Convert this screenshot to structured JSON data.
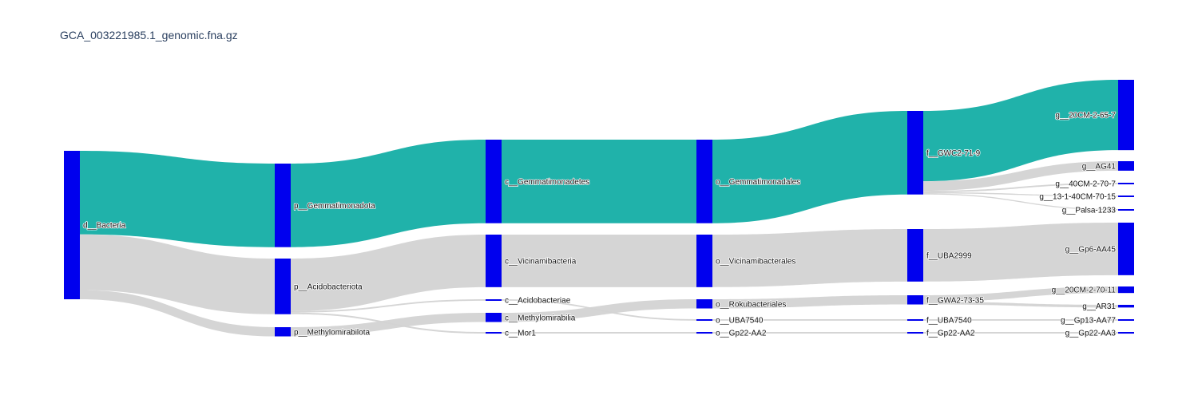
{
  "chart_data": {
    "type": "sankey",
    "title": "GCA_003221985.1_genomic.fna.gz",
    "unit_scale_max": 1000,
    "colors": {
      "node": "#0000ee",
      "highlight_link": "#20b2aa",
      "link": "#d3d3d3",
      "title": "#2a3f5f"
    },
    "nodes": [
      {
        "id": "d__Bacteria",
        "label": "d__Bacteria",
        "level": 0
      },
      {
        "id": "p__Gemmatimonadota",
        "label": "p__Gemmatimonadota",
        "level": 1
      },
      {
        "id": "p__Acidobacteriota",
        "label": "p__Acidobacteriota",
        "level": 1
      },
      {
        "id": "p__Methylomirabilota",
        "label": "p__Methylomirabilota",
        "level": 1
      },
      {
        "id": "c__Gemmatimonadetes",
        "label": "c__Gemmatimonadetes",
        "level": 2
      },
      {
        "id": "c__Vicinamibacteria",
        "label": "c__Vicinamibacteria",
        "level": 2
      },
      {
        "id": "c__Acidobacteriae",
        "label": "c__Acidobacteriae",
        "level": 2
      },
      {
        "id": "c__Methylomirabilia",
        "label": "c__Methylomirabilia",
        "level": 2
      },
      {
        "id": "c__Mor1",
        "label": "c__Mor1",
        "level": 2
      },
      {
        "id": "o__Gemmatimonadales",
        "label": "o__Gemmatimonadales",
        "level": 3
      },
      {
        "id": "o__Vicinamibacterales",
        "label": "o__Vicinamibacterales",
        "level": 3
      },
      {
        "id": "o__Rokubacteriales",
        "label": "o__Rokubacteriales",
        "level": 3
      },
      {
        "id": "o__UBA7540",
        "label": "o__UBA7540",
        "level": 3
      },
      {
        "id": "o__Gp22-AA2",
        "label": "o__Gp22-AA2",
        "level": 3
      },
      {
        "id": "f__GWC2-71-9",
        "label": "f__GWC2-71-9",
        "level": 4
      },
      {
        "id": "f__UBA2999",
        "label": "f__UBA2999",
        "level": 4
      },
      {
        "id": "f__GWA2-73-35",
        "label": "f__GWA2-73-35",
        "level": 4
      },
      {
        "id": "f__UBA7540",
        "label": "f__UBA7540",
        "level": 4
      },
      {
        "id": "f__Gp22-AA2",
        "label": "f__Gp22-AA2",
        "level": 4
      },
      {
        "id": "g__20CM-2-65-7",
        "label": "g__20CM-2-65-7",
        "level": 5
      },
      {
        "id": "g__AG41",
        "label": "g__AG41",
        "level": 5
      },
      {
        "id": "g__40CM-2-70-7",
        "label": "g__40CM-2-70-7",
        "level": 5
      },
      {
        "id": "g__13-1-40CM-70-15",
        "label": "g__13-1-40CM-70-15",
        "level": 5
      },
      {
        "id": "g__Palsa-1233",
        "label": "g__Palsa-1233",
        "level": 5
      },
      {
        "id": "g__Gp6-AA45",
        "label": "g__Gp6-AA45",
        "level": 5
      },
      {
        "id": "g__20CM-2-70-11",
        "label": "g__20CM-2-70-11",
        "level": 5
      },
      {
        "id": "g__AR31",
        "label": "g__AR31",
        "level": 5
      },
      {
        "id": "g__Gp13-AA77",
        "label": "g__Gp13-AA77",
        "level": 5
      },
      {
        "id": "g__Gp22-AA3",
        "label": "g__Gp22-AA3",
        "level": 5
      }
    ],
    "links": [
      {
        "source": "d__Bacteria",
        "target": "p__Gemmatimonadota",
        "value": 563,
        "highlight": true
      },
      {
        "source": "d__Bacteria",
        "target": "p__Acidobacteriota",
        "value": 375,
        "highlight": false
      },
      {
        "source": "d__Bacteria",
        "target": "p__Methylomirabilota",
        "value": 62,
        "highlight": false
      },
      {
        "source": "p__Gemmatimonadota",
        "target": "c__Gemmatimonadetes",
        "value": 563,
        "highlight": true
      },
      {
        "source": "p__Acidobacteriota",
        "target": "c__Vicinamibacteria",
        "value": 354,
        "highlight": false
      },
      {
        "source": "p__Acidobacteriota",
        "target": "c__Acidobacteriae",
        "value": 10,
        "highlight": false
      },
      {
        "source": "p__Acidobacteriota",
        "target": "c__Mor1",
        "value": 11,
        "highlight": false
      },
      {
        "source": "p__Methylomirabilota",
        "target": "c__Methylomirabilia",
        "value": 62,
        "highlight": false
      },
      {
        "source": "c__Gemmatimonadetes",
        "target": "o__Gemmatimonadales",
        "value": 563,
        "highlight": true
      },
      {
        "source": "c__Vicinamibacteria",
        "target": "o__Vicinamibacterales",
        "value": 354,
        "highlight": false
      },
      {
        "source": "c__Acidobacteriae",
        "target": "o__UBA7540",
        "value": 10,
        "highlight": false
      },
      {
        "source": "c__Methylomirabilia",
        "target": "o__Rokubacteriales",
        "value": 62,
        "highlight": false
      },
      {
        "source": "c__Mor1",
        "target": "o__Gp22-AA2",
        "value": 11,
        "highlight": false
      },
      {
        "source": "o__Gemmatimonadales",
        "target": "f__GWC2-71-9",
        "value": 563,
        "highlight": true
      },
      {
        "source": "o__Vicinamibacterales",
        "target": "f__UBA2999",
        "value": 354,
        "highlight": false
      },
      {
        "source": "o__Rokubacteriales",
        "target": "f__GWA2-73-35",
        "value": 62,
        "highlight": false
      },
      {
        "source": "o__UBA7540",
        "target": "f__UBA7540",
        "value": 10,
        "highlight": false
      },
      {
        "source": "o__Gp22-AA2",
        "target": "f__Gp22-AA2",
        "value": 11,
        "highlight": false
      },
      {
        "source": "f__GWC2-71-9",
        "target": "g__20CM-2-65-7",
        "value": 474,
        "highlight": true
      },
      {
        "source": "f__GWC2-71-9",
        "target": "g__AG41",
        "value": 64,
        "highlight": false
      },
      {
        "source": "f__GWC2-71-9",
        "target": "g__40CM-2-70-7",
        "value": 10,
        "highlight": false
      },
      {
        "source": "f__GWC2-71-9",
        "target": "g__13-1-40CM-70-15",
        "value": 8,
        "highlight": false
      },
      {
        "source": "f__GWC2-71-9",
        "target": "g__Palsa-1233",
        "value": 7,
        "highlight": false
      },
      {
        "source": "f__UBA2999",
        "target": "g__Gp6-AA45",
        "value": 354,
        "highlight": false
      },
      {
        "source": "f__GWA2-73-35",
        "target": "g__20CM-2-70-11",
        "value": 44,
        "highlight": false
      },
      {
        "source": "f__GWA2-73-35",
        "target": "g__AR31",
        "value": 18,
        "highlight": false
      },
      {
        "source": "f__UBA7540",
        "target": "g__Gp13-AA77",
        "value": 10,
        "highlight": false
      },
      {
        "source": "f__Gp22-AA2",
        "target": "g__Gp22-AA3",
        "value": 11,
        "highlight": false
      }
    ]
  }
}
